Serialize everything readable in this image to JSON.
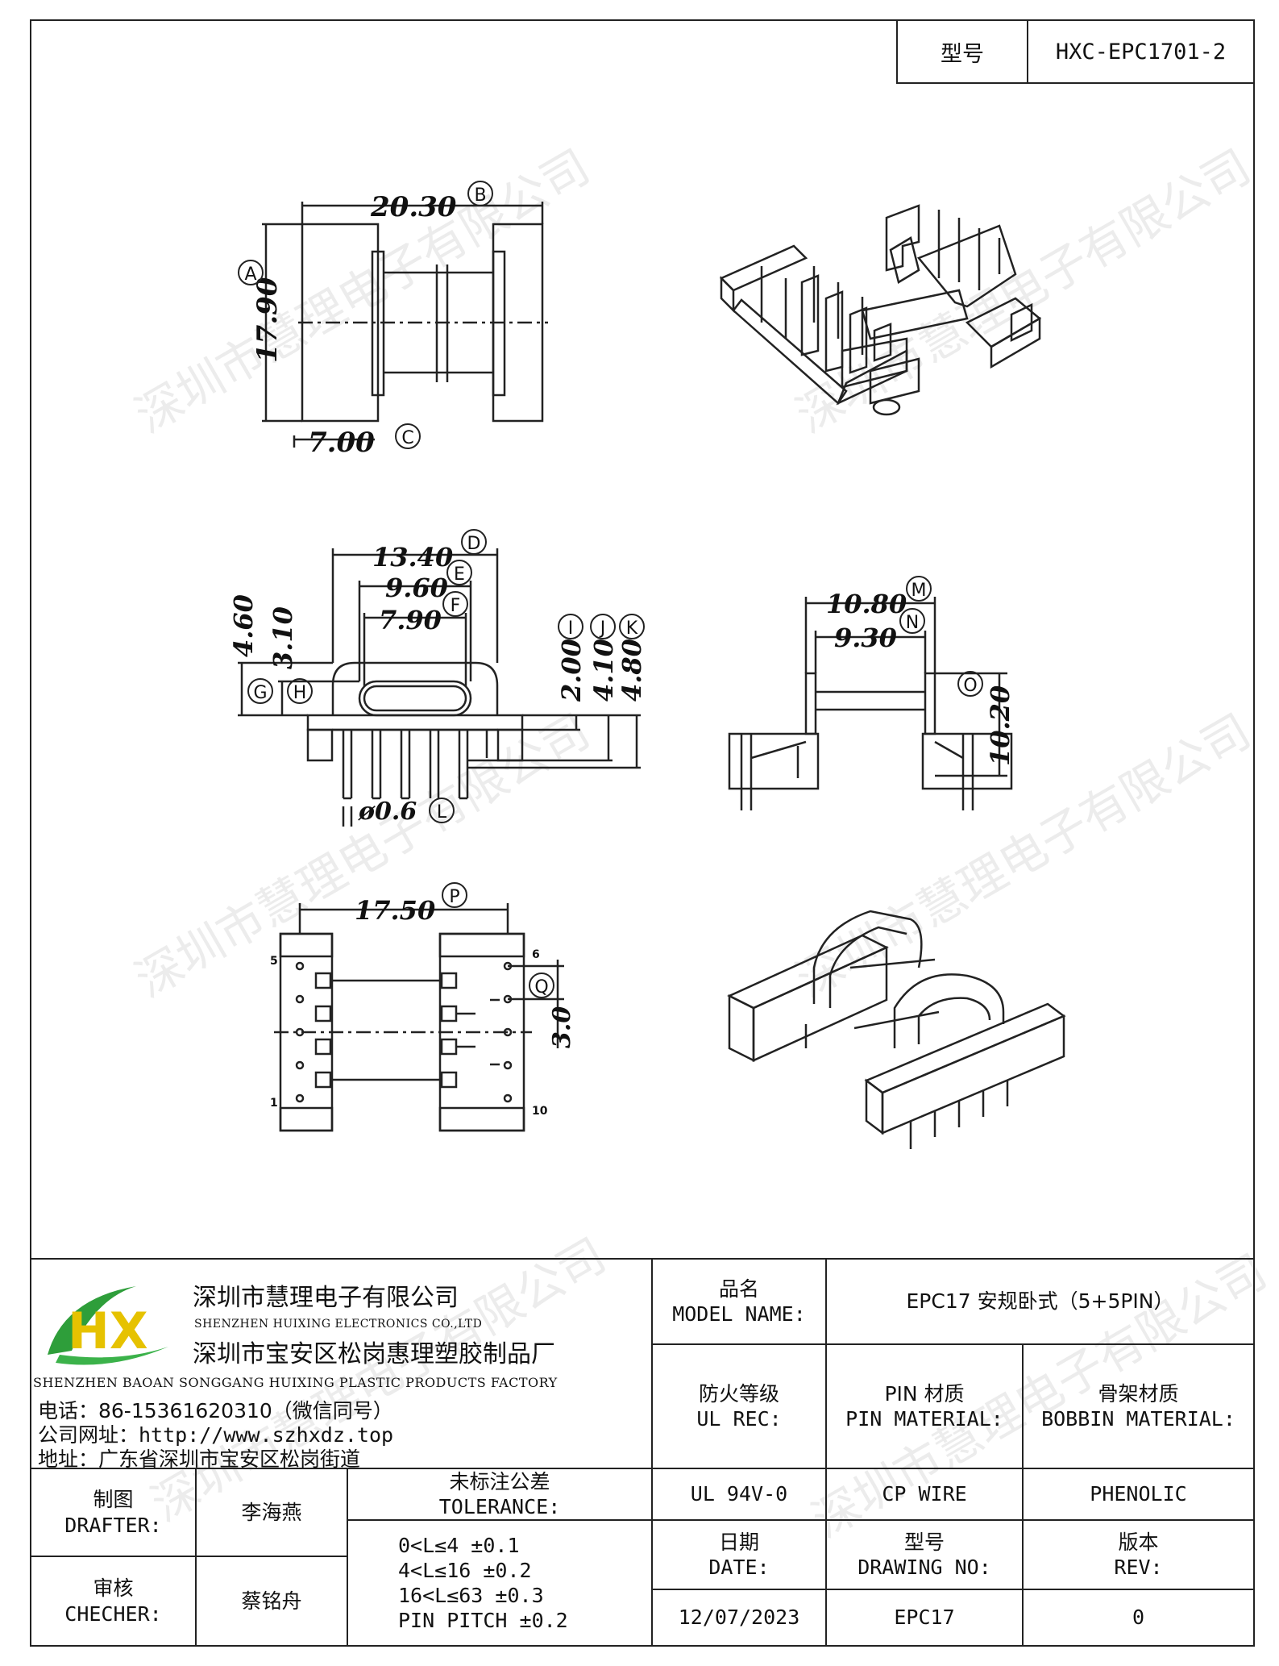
{
  "header": {
    "model_label": "型号",
    "model_value": "HXC-EPC1701-2"
  },
  "watermark": "深圳市慧理电子有限公司",
  "dimensions": {
    "A": {
      "letter": "A",
      "value": "17.90"
    },
    "B": {
      "letter": "B",
      "value": "20.30"
    },
    "C": {
      "letter": "C",
      "value": "7.00"
    },
    "D": {
      "letter": "D",
      "value": "13.40"
    },
    "E": {
      "letter": "E",
      "value": "9.60"
    },
    "F": {
      "letter": "F",
      "value": "7.90"
    },
    "G": {
      "letter": "G",
      "value": "4.60"
    },
    "H": {
      "letter": "H",
      "value": "3.10"
    },
    "I": {
      "letter": "I",
      "value": "2.00"
    },
    "J": {
      "letter": "J",
      "value": "4.10"
    },
    "K": {
      "letter": "K",
      "value": "4.80"
    },
    "L": {
      "letter": "L",
      "value": "ø0.6"
    },
    "M": {
      "letter": "M",
      "value": "10.80"
    },
    "N": {
      "letter": "N",
      "value": "9.30"
    },
    "O": {
      "letter": "O",
      "value": "10.20"
    },
    "P": {
      "letter": "P",
      "value": "17.50"
    },
    "Q": {
      "letter": "Q",
      "value": "3.0"
    }
  },
  "pin_labels": {
    "p1": "1",
    "p5": "5",
    "p6": "6",
    "p10": "10"
  },
  "company": {
    "logo_text": "HX",
    "name_cn": "深圳市慧理电子有限公司",
    "name_en": "SHENZHEN HUIXING ELECTRONICS CO.,LTD",
    "factory_cn": "深圳市宝安区松岗惠理塑胶制品厂",
    "factory_en": "SHENZHEN BAOAN SONGGANG HUIXING PLASTIC PRODUCTS FACTORY",
    "phone": "电话：86-15361620310（微信同号）",
    "website": "公司网址：http://www.szhxdz.top",
    "address": "地址：广东省深圳市宝安区松岗街道"
  },
  "title_block": {
    "model_name_cn": "品名",
    "model_name_en": "MODEL NAME:",
    "model_name_value": "EPC17 安规卧式（5+5PIN）",
    "ul_cn": "防火等级",
    "ul_en": "UL REC:",
    "pin_mat_cn": "PIN 材质",
    "pin_mat_en": "PIN MATERIAL:",
    "bobbin_mat_cn": "骨架材质",
    "bobbin_mat_en": "BOBBIN MATERIAL:",
    "ul_value": "UL 94V-0",
    "pin_value": "CP WIRE",
    "bobbin_value": "PHENOLIC",
    "date_cn": "日期",
    "date_en": "DATE:",
    "drawing_no_cn": "型号",
    "drawing_no_en": "DRAWING NO:",
    "rev_cn": "版本",
    "rev_en": "REV:",
    "date_value": "12/07/2023",
    "drawing_no_value": "EPC17",
    "rev_value": "0",
    "drafter_cn": "制图",
    "drafter_en": "DRAFTER:",
    "drafter_name": "李海燕",
    "checker_cn": "审核",
    "checker_en": "CHECHER:",
    "checker_name": "蔡铭舟",
    "tolerance_cn": "未标注公差",
    "tolerance_en": "TOLERANCE:",
    "tolerances": [
      "0<L≤4   ±0.1",
      "4<L≤16  ±0.2",
      "16<L≤63 ±0.3",
      "PIN PITCH ±0.2"
    ]
  }
}
